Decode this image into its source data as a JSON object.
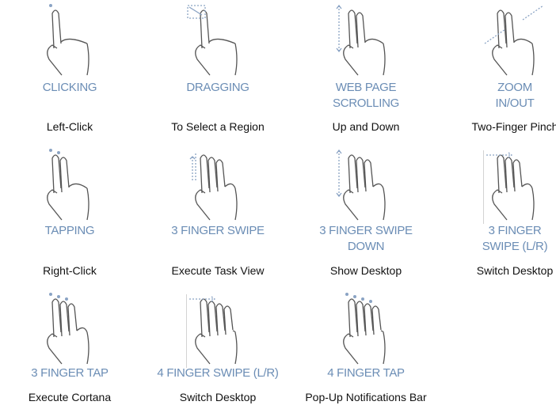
{
  "gestures": [
    {
      "title": [
        "CLICKING"
      ],
      "desc": "Left-Click",
      "fingers": 1,
      "icon": "one-finger-tap-icon",
      "row": 0,
      "col": 0
    },
    {
      "title": [
        "DRAGGING"
      ],
      "desc": "To Select a Region",
      "fingers": 1,
      "icon": "one-finger-drag-icon",
      "row": 0,
      "col": 1
    },
    {
      "title": [
        "WEB PAGE",
        "SCROLLING"
      ],
      "desc": "Up and Down",
      "fingers": 2,
      "icon": "two-finger-scroll-icon",
      "row": 0,
      "col": 2
    },
    {
      "title": [
        "ZOOM",
        "IN/OUT"
      ],
      "desc": "Two-Finger Pinch",
      "fingers": 2,
      "icon": "pinch-zoom-icon",
      "row": 0,
      "col": 3
    },
    {
      "title": [
        "TAPPING"
      ],
      "desc": "Right-Click",
      "fingers": 2,
      "icon": "two-finger-tap-icon",
      "row": 1,
      "col": 0
    },
    {
      "title": [
        "3 FINGER SWIPE"
      ],
      "desc": "Execute Task View",
      "fingers": 3,
      "icon": "three-finger-swipe-up-icon",
      "row": 1,
      "col": 1
    },
    {
      "title": [
        "3 FINGER SWIPE",
        "DOWN"
      ],
      "desc": "Show Desktop",
      "fingers": 3,
      "icon": "three-finger-swipe-down-icon",
      "row": 1,
      "col": 2
    },
    {
      "title": [
        "3 FINGER",
        "SWIPE (L/R)"
      ],
      "desc": "Switch Desktop",
      "fingers": 3,
      "icon": "three-finger-swipe-lr-icon",
      "row": 1,
      "col": 3
    },
    {
      "title": [
        "3 FINGER TAP"
      ],
      "desc": "Execute Cortana",
      "fingers": 3,
      "icon": "three-finger-tap-icon",
      "row": 2,
      "col": 0
    },
    {
      "title": [
        "4 FINGER SWIPE (L/R)"
      ],
      "desc": "Switch Desktop",
      "fingers": 4,
      "icon": "four-finger-swipe-lr-icon",
      "row": 2,
      "col": 1
    },
    {
      "title": [
        "4 FINGER TAP"
      ],
      "desc": "Pop-Up Notifications Bar",
      "fingers": 4,
      "icon": "four-finger-tap-icon",
      "row": 2,
      "col": 2
    }
  ],
  "colors": {
    "title": "#6b8db5",
    "hand": "#555555",
    "accent": "#8aa3c4"
  }
}
